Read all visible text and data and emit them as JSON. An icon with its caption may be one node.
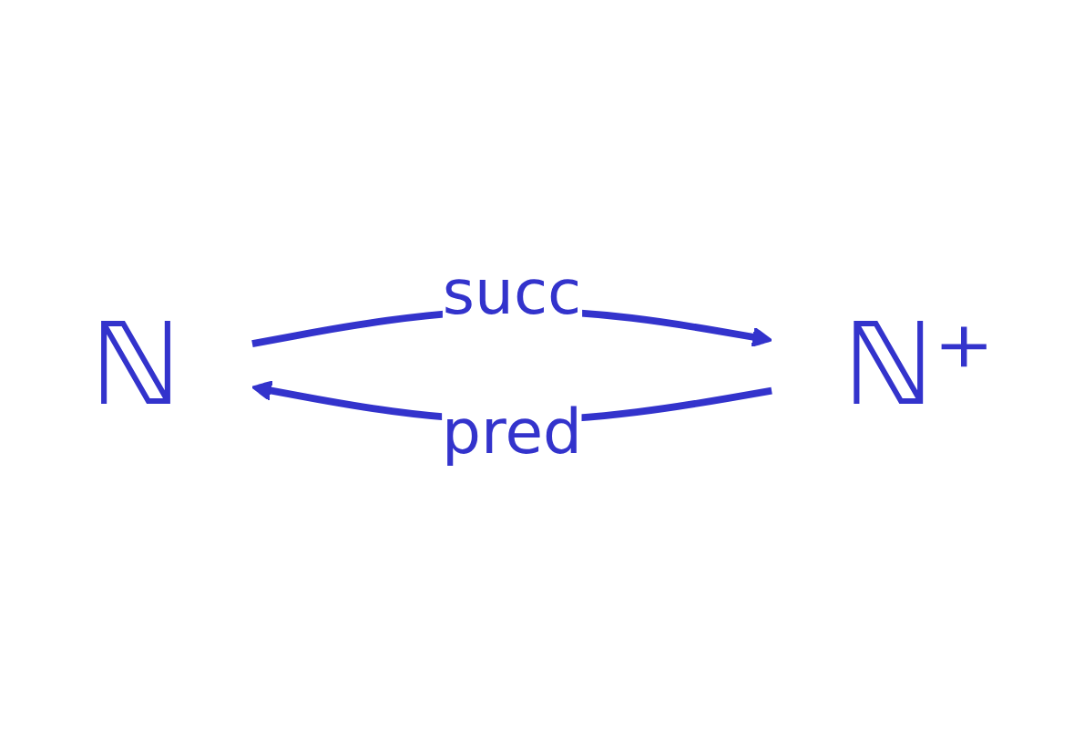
{
  "diagram": {
    "nodes": [
      {
        "text": [
          "ℕ"
        ]
      },
      {
        "text": [
          "ℕ⁺"
        ]
      }
    ],
    "edges": [
      {
        "from": 0,
        "to": 1,
        "arrow": "to",
        "label": "succ"
      },
      {
        "from": 1,
        "to": 0,
        "arrow": "to",
        "label": "pred"
      }
    ]
  }
}
